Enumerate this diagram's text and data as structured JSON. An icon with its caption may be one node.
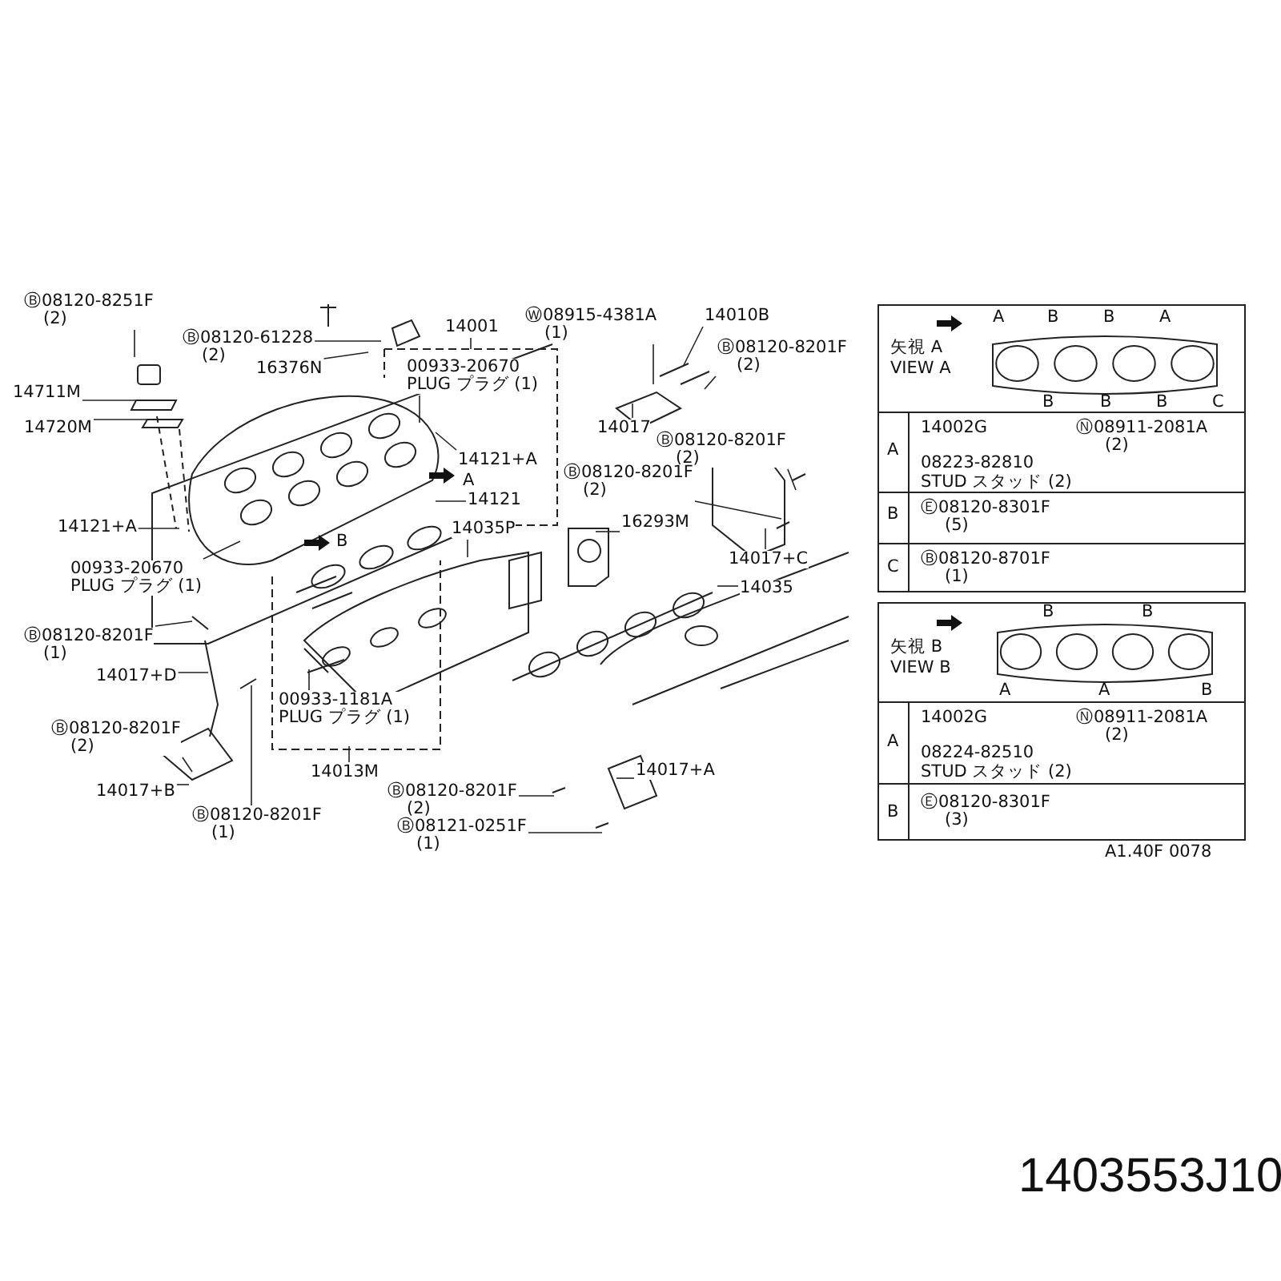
{
  "diagram": {
    "nodes": [
      {
        "text": [
          "Ⓑ08120-8251F",
          "(2)"
        ]
      },
      {
        "text": [
          "Ⓑ08120-61228",
          "(2)"
        ]
      },
      {
        "text": [
          "16376N"
        ]
      },
      {
        "text": [
          "14711M"
        ]
      },
      {
        "text": [
          "14720M"
        ]
      },
      {
        "text": [
          "14001"
        ]
      },
      {
        "text": [
          "00933-20670",
          "PLUG プラグ (1)"
        ]
      },
      {
        "text": [
          "14121+A"
        ]
      },
      {
        "text": [
          "14121"
        ]
      },
      {
        "text": [
          "14121+A"
        ]
      },
      {
        "text": [
          "00933-20670",
          "PLUG プラグ (1)"
        ]
      },
      {
        "text": [
          "Ⓦ08915-4381A",
          "(1)"
        ]
      },
      {
        "text": [
          "14010B"
        ]
      },
      {
        "text": [
          "Ⓑ08120-8201F",
          "(2)"
        ]
      },
      {
        "text": [
          "14017"
        ]
      },
      {
        "text": [
          "Ⓑ08120-8201F",
          "(2)"
        ]
      },
      {
        "text": [
          "Ⓑ08120-8201F",
          "(2)"
        ]
      },
      {
        "text": [
          "16293M"
        ]
      },
      {
        "text": [
          "14017+C"
        ]
      },
      {
        "text": [
          "14035P"
        ]
      },
      {
        "text": [
          "14035"
        ]
      },
      {
        "text": [
          "Ⓑ08120-8201F",
          "(1)"
        ]
      },
      {
        "text": [
          "14017+D"
        ]
      },
      {
        "text": [
          "Ⓑ08120-8201F",
          "(2)"
        ]
      },
      {
        "text": [
          "14017+B"
        ]
      },
      {
        "text": [
          "Ⓑ08120-8201F",
          "(1)"
        ]
      },
      {
        "text": [
          "00933-1181A",
          "PLUG プラグ (1)"
        ]
      },
      {
        "text": [
          "14013M"
        ]
      },
      {
        "text": [
          "Ⓑ08120-8201F",
          "(2)"
        ]
      },
      {
        "text": [
          "14017+A"
        ]
      },
      {
        "text": [
          "Ⓑ08121-0251F",
          "(1)"
        ]
      }
    ],
    "edges": [
      {
        "from": 0,
        "to": null,
        "arrow": "none"
      },
      {
        "from": 1,
        "to": null,
        "arrow": "none"
      },
      {
        "from": 2,
        "to": null,
        "arrow": "none"
      },
      {
        "from": 3,
        "to": null,
        "arrow": "none"
      },
      {
        "from": 4,
        "to": null,
        "arrow": "none"
      },
      {
        "from": 5,
        "to": null,
        "arrow": "none"
      },
      {
        "from": 6,
        "to": null,
        "arrow": "none"
      },
      {
        "from": 7,
        "to": null,
        "arrow": "none"
      },
      {
        "from": 8,
        "to": null,
        "arrow": "none"
      },
      {
        "from": 9,
        "to": null,
        "arrow": "none"
      },
      {
        "from": 10,
        "to": null,
        "arrow": "none"
      },
      {
        "from": 11,
        "to": null,
        "arrow": "none"
      },
      {
        "from": 12,
        "to": null,
        "arrow": "none"
      },
      {
        "from": 13,
        "to": null,
        "arrow": "none"
      },
      {
        "from": 14,
        "to": null,
        "arrow": "none"
      },
      {
        "from": 15,
        "to": null,
        "arrow": "none"
      },
      {
        "from": 16,
        "to": null,
        "arrow": "none"
      },
      {
        "from": 17,
        "to": null,
        "arrow": "none"
      },
      {
        "from": 18,
        "to": null,
        "arrow": "none"
      },
      {
        "from": 19,
        "to": null,
        "arrow": "none"
      },
      {
        "from": 20,
        "to": null,
        "arrow": "none"
      },
      {
        "from": 21,
        "to": null,
        "arrow": "none"
      },
      {
        "from": 22,
        "to": null,
        "arrow": "none"
      },
      {
        "from": 23,
        "to": null,
        "arrow": "none"
      },
      {
        "from": 24,
        "to": null,
        "arrow": "none"
      },
      {
        "from": 25,
        "to": null,
        "arrow": "none"
      },
      {
        "from": 26,
        "to": null,
        "arrow": "none"
      },
      {
        "from": 27,
        "to": null,
        "arrow": "none"
      },
      {
        "from": 28,
        "to": null,
        "arrow": "none"
      },
      {
        "from": 29,
        "to": null,
        "arrow": "none"
      },
      {
        "from": 30,
        "to": null,
        "arrow": "none"
      }
    ],
    "labels": [
      "A",
      "B",
      "矢視 A",
      "VIEW A",
      "A",
      "B",
      "B",
      "A",
      "B",
      "B",
      "B",
      "C",
      "A",
      "14002G",
      "Ⓝ08911-2081A",
      "(2)",
      "08223-82810",
      "STUD スタッド (2)",
      "B",
      "Ⓔ08120-8301F",
      "(5)",
      "C",
      "Ⓑ08120-8701F",
      "(1)",
      "矢視 B",
      "VIEW B",
      "B",
      "B",
      "A",
      "A",
      "B",
      "A",
      "14002G",
      "Ⓝ08911-2081A",
      "(2)",
      "08224-82510",
      "STUD スタッド (2)",
      "B",
      "Ⓔ08120-8301F",
      "(3)",
      "A1.40F 0078",
      "1403553J10"
    ]
  }
}
